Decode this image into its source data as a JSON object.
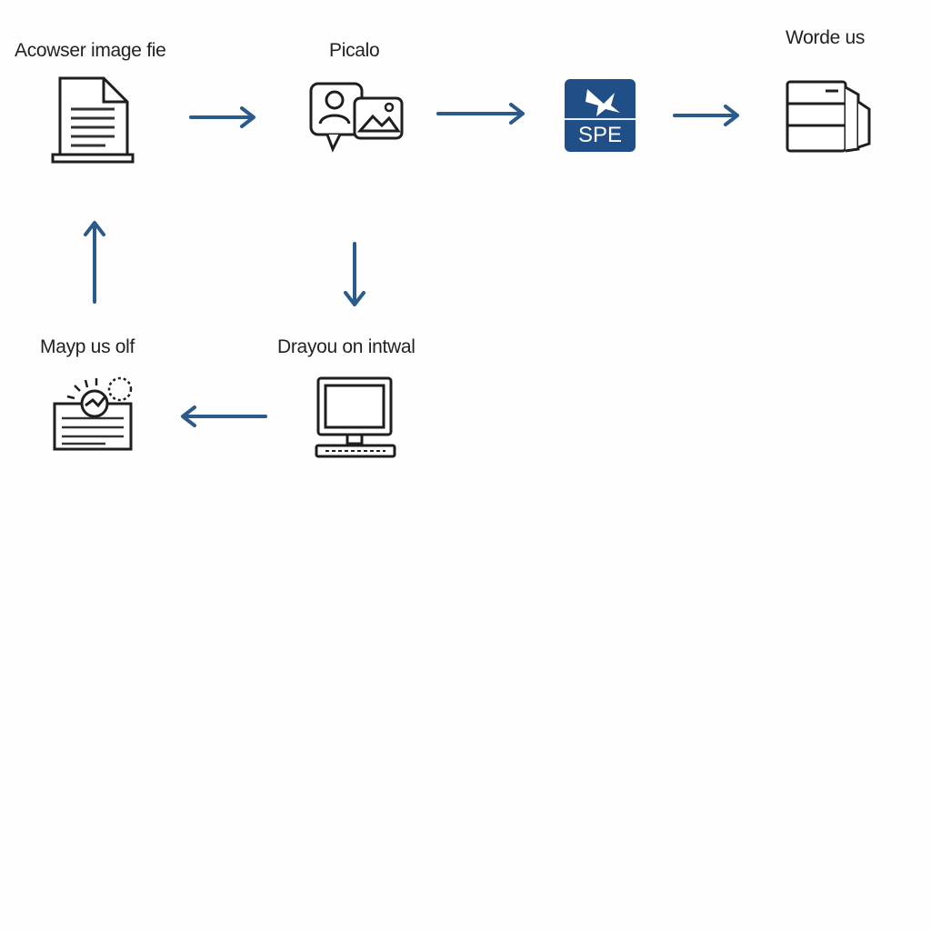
{
  "diagram": {
    "nodes": [
      {
        "id": "image-file",
        "label": "Acowser image fie",
        "icon": "document-icon"
      },
      {
        "id": "picalo",
        "label": "Picalo",
        "icon": "photo-chat-icon"
      },
      {
        "id": "spe",
        "label": "",
        "icon": "spe-logo-icon",
        "badge_text": "SPE"
      },
      {
        "id": "worde",
        "label": "Worde us",
        "icon": "server-icon"
      },
      {
        "id": "drayou",
        "label": "Drayou on intwal",
        "icon": "desktop-computer-icon"
      },
      {
        "id": "mayp",
        "label": "Mayp us olf",
        "icon": "chart-document-icon"
      }
    ],
    "edges": [
      {
        "from": "image-file",
        "to": "picalo",
        "direction": "right"
      },
      {
        "from": "picalo",
        "to": "spe",
        "direction": "right"
      },
      {
        "from": "spe",
        "to": "worde",
        "direction": "right"
      },
      {
        "from": "picalo",
        "to": "drayou",
        "direction": "down"
      },
      {
        "from": "drayou",
        "to": "mayp",
        "direction": "left"
      },
      {
        "from": "mayp",
        "to": "image-file",
        "direction": "up"
      }
    ],
    "colors": {
      "arrow": "#2b5a8c",
      "badge": "#1f4f86",
      "icon_stroke": "#1e1e1e"
    }
  }
}
